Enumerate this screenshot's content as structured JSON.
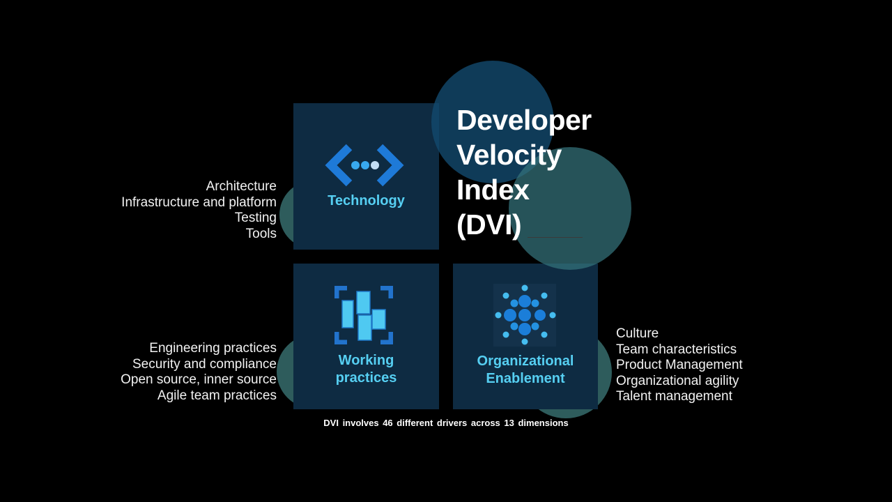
{
  "title": {
    "lines": [
      "Developer",
      "Velocity",
      "Index",
      "(DVI)"
    ]
  },
  "caption": "DVI involves 46 different drivers across 13 dimensions",
  "boxes": {
    "technology": {
      "label": "Technology",
      "icon": "code-chevrons-icon"
    },
    "working_practices": {
      "label_line1": "Working",
      "label_line2": "practices",
      "icon": "kanban-cards-icon"
    },
    "organizational_enablement": {
      "label_line1": "Organizational",
      "label_line2": "Enablement",
      "icon": "network-dots-icon"
    }
  },
  "lists": {
    "technology": [
      "Architecture",
      "Infrastructure and platform",
      "Testing",
      "Tools"
    ],
    "working_practices": [
      "Engineering practices",
      "Security and compliance",
      "Open source, inner source",
      "Agile team practices"
    ],
    "organizational_enablement": [
      "Culture",
      "Team characteristics",
      "Product Management",
      "Organizational agility",
      "Talent management"
    ]
  },
  "colors": {
    "background": "#000000",
    "box_navy": "#0e2b42",
    "accent_cyan": "#56cff2",
    "icon_blue": "#1e7ad8",
    "icon_medium_blue": "#2273cc",
    "icon_light_blue": "#4fc9f1",
    "icon_pale_blue": "#c3ddf4",
    "title_white": "#ffffff",
    "circle_navy": "rgba(19,74,110,0.8)",
    "circle_teal": "rgba(53,115,124,0.72)",
    "circle_small_teal": "#2e5c5c"
  }
}
